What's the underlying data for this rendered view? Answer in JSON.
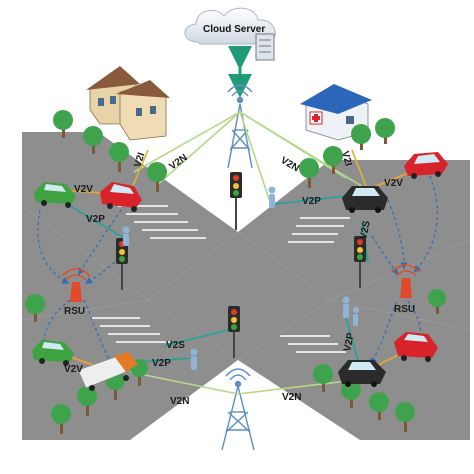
{
  "title": "",
  "cloud": {
    "label": "Cloud Server"
  },
  "labels": {
    "v2i": "V2I",
    "v2n": "V2N",
    "v2v": "V2V",
    "v2p": "V2P",
    "v2s": "V2S",
    "rsu": "RSU"
  },
  "colors": {
    "road": "#8e8e8e",
    "road_edge": "#6d6d6d",
    "grass": "#ffffff",
    "v2n_link": "#b6d88a",
    "v2v_link": "#e8a23a",
    "v2p_link": "#2aa198",
    "v2i_link": "#d9b42e",
    "dashed_link": "#2f6db5",
    "cloud_arrow": "#1f9b7a",
    "tower": "#5a8fc4",
    "car_red": "#d8232a",
    "car_green": "#3ea33e",
    "car_black": "#2b2b2b",
    "tree": "#3fa34d",
    "rsu": "#e24a2b"
  }
}
